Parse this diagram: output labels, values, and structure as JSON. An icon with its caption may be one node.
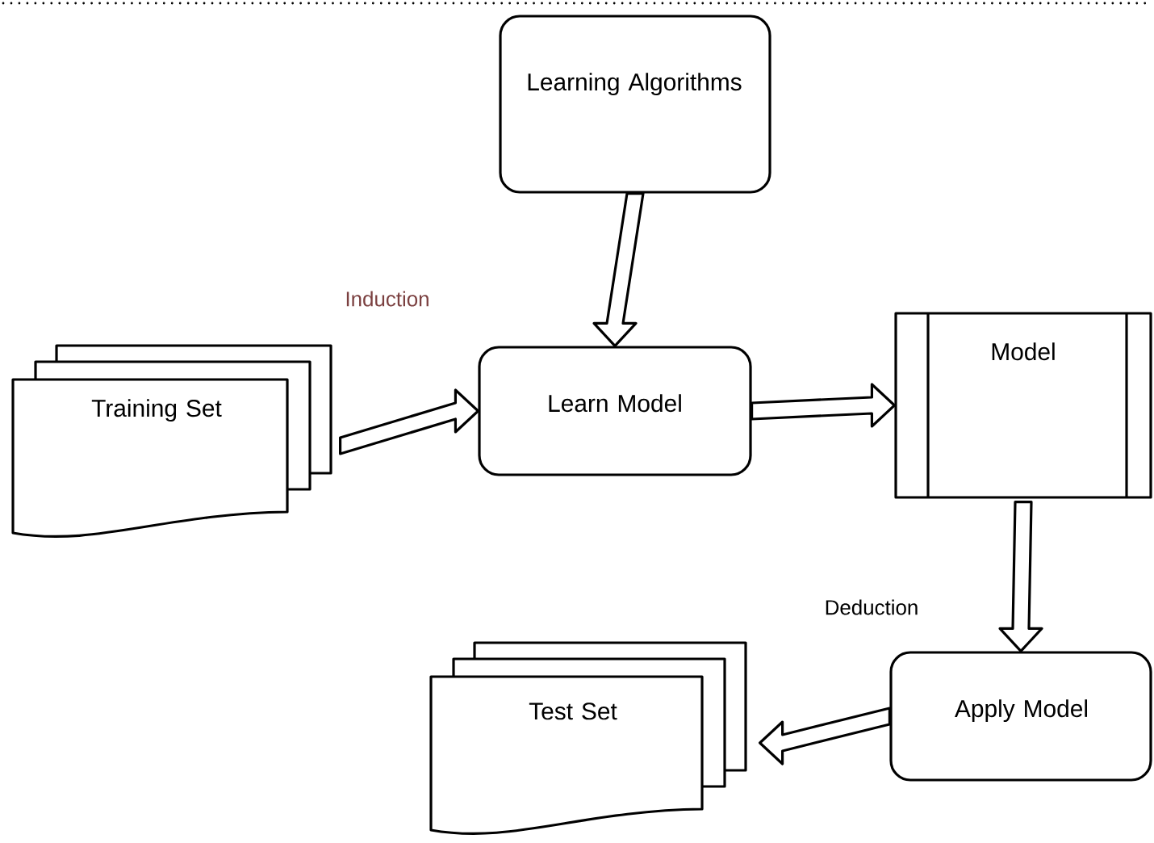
{
  "diagram": {
    "nodes": [
      {
        "text": [
          "Learning Algorithms"
        ]
      },
      {
        "text": [
          "Training Set"
        ]
      },
      {
        "text": [
          "Learn Model"
        ]
      },
      {
        "text": [
          "Model"
        ]
      },
      {
        "text": [
          "Apply Model"
        ]
      },
      {
        "text": [
          "Test Set"
        ]
      }
    ],
    "edges": [
      {
        "from": 0,
        "to": 2,
        "arrow": "to"
      },
      {
        "from": 1,
        "to": 2,
        "arrow": "to"
      },
      {
        "from": 2,
        "to": 3,
        "arrow": "to"
      },
      {
        "from": 3,
        "to": 4,
        "arrow": "to"
      },
      {
        "from": 4,
        "to": 5,
        "arrow": "to"
      }
    ],
    "labels": [
      "Induction",
      "Deduction"
    ]
  }
}
